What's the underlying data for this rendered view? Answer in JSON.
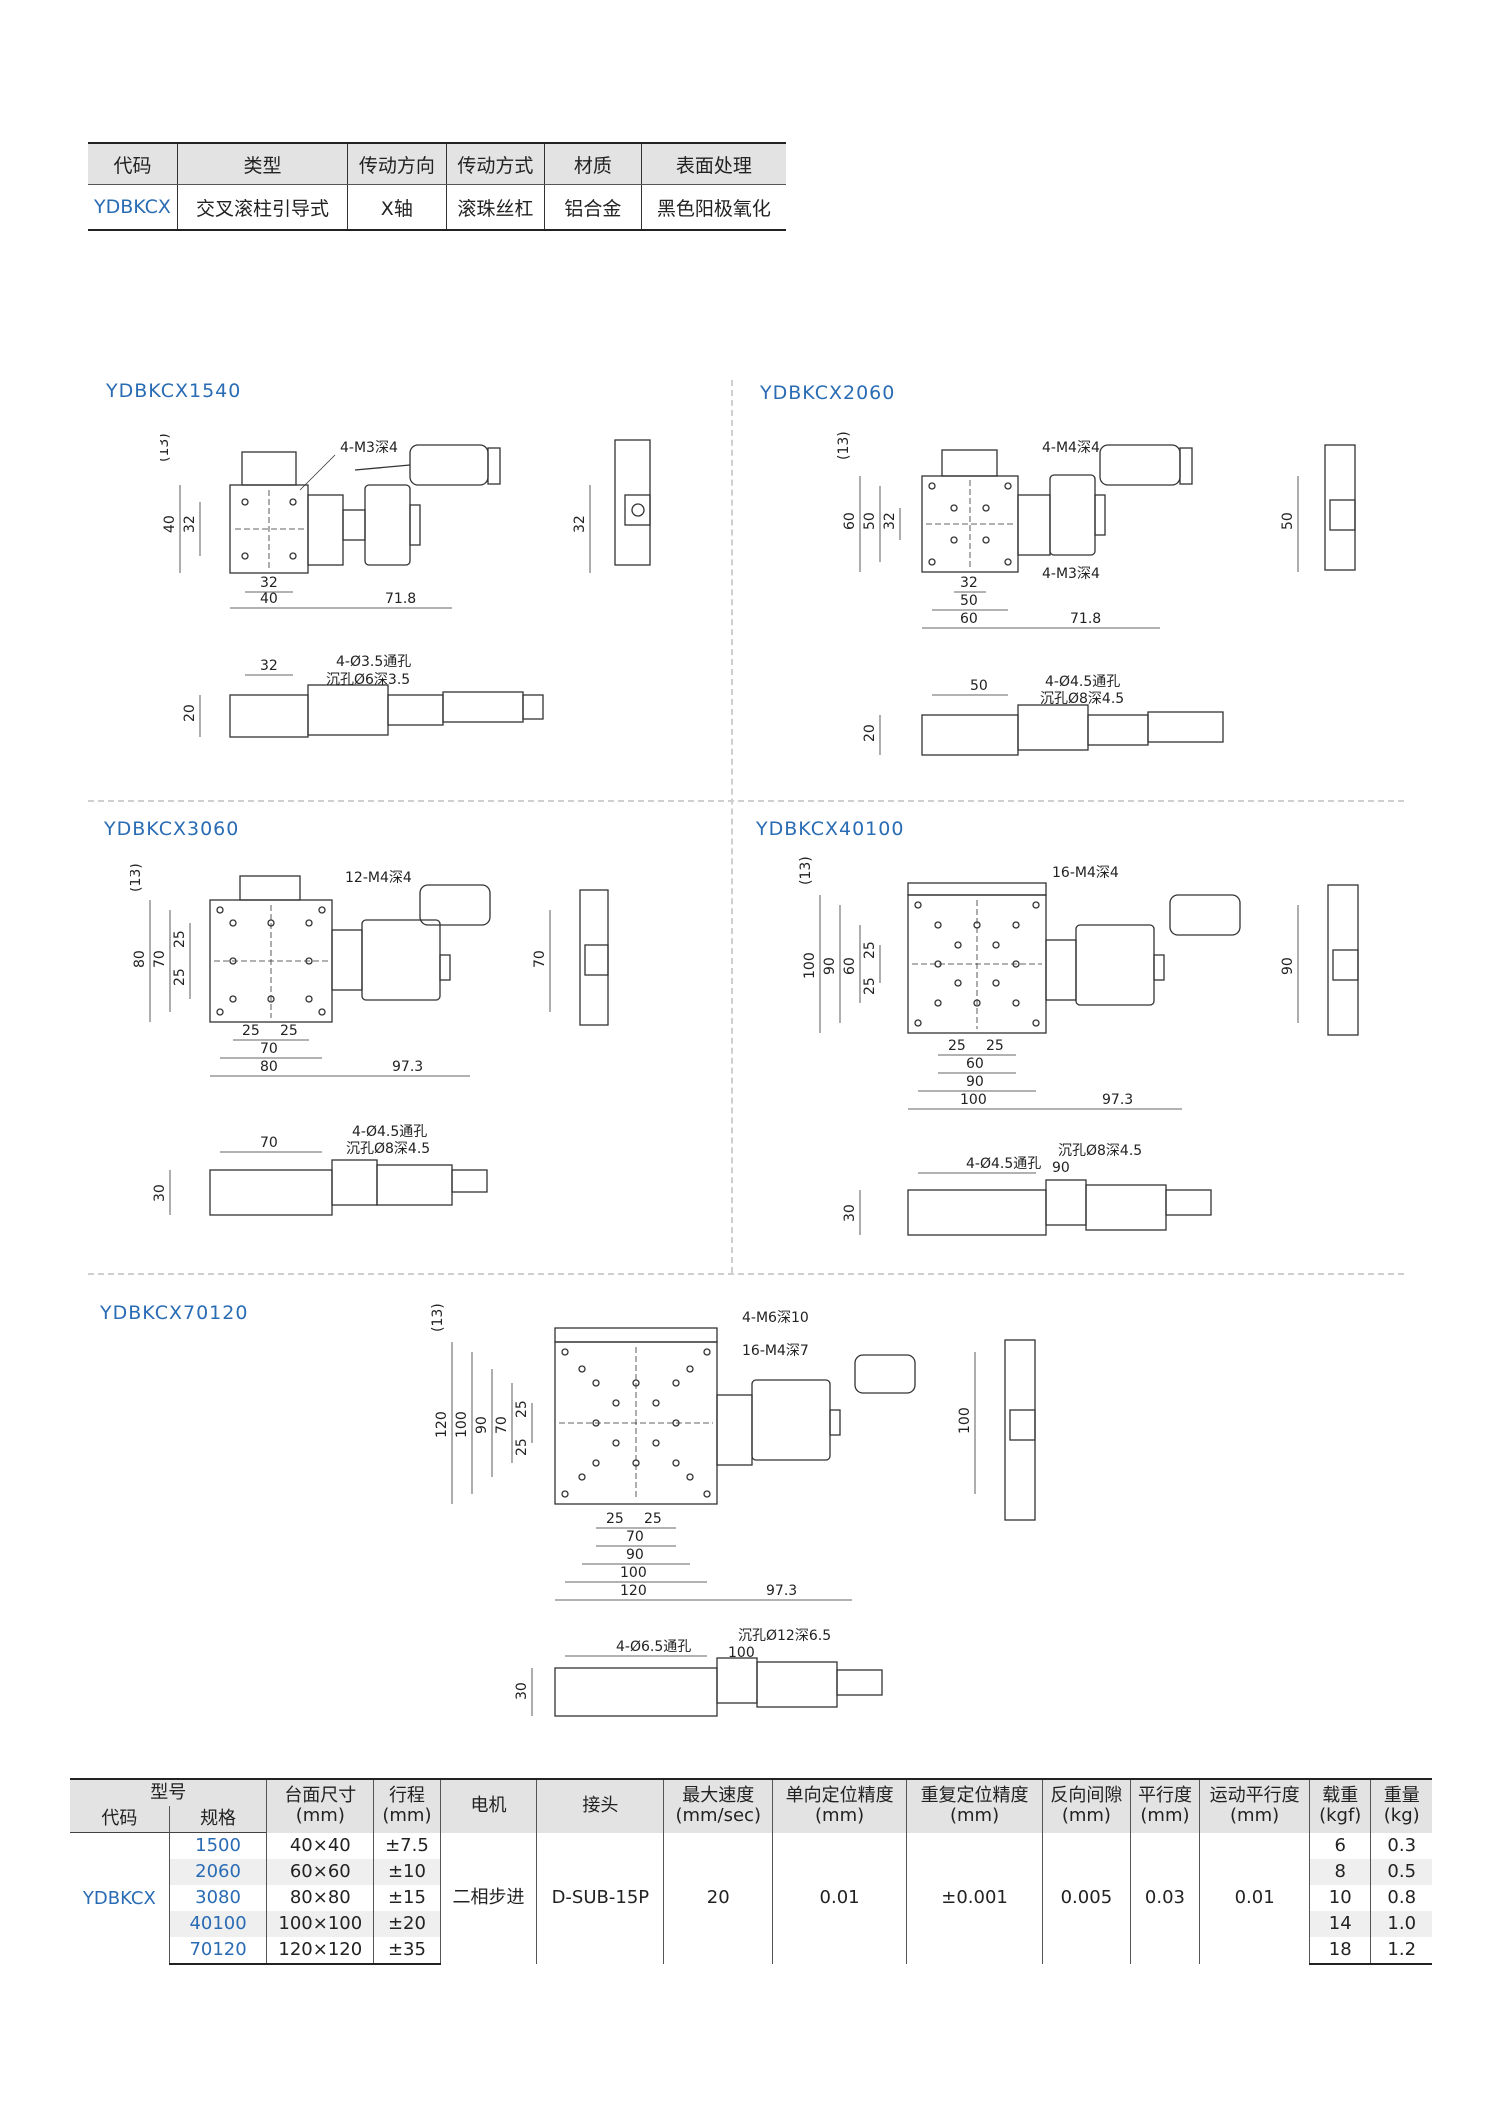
{
  "top_table": {
    "headers": [
      "代码",
      "类型",
      "传动方向",
      "传动方式",
      "材质",
      "表面处理"
    ],
    "row": [
      "YDBKCX",
      "交叉滚柱引导式",
      "X轴",
      "滚珠丝杠",
      "铝合金",
      "黑色阳极氧化"
    ]
  },
  "sections": [
    {
      "title": "YDBKCX1540",
      "labels": [
        "4-M3深4",
        "(13)",
        "40",
        "32",
        "32",
        "40",
        "71.8",
        "32",
        "32",
        "4-Ø3.5通孔",
        "沉孔Ø6深3.5",
        "20"
      ]
    },
    {
      "title": "YDBKCX2060",
      "labels": [
        "4-M4深4",
        "(13)",
        "60",
        "50",
        "32",
        "4-M3深4",
        "32",
        "50",
        "60",
        "71.8",
        "50",
        "4-Ø4.5通孔",
        "沉孔Ø8深4.5",
        "50",
        "20"
      ]
    },
    {
      "title": "YDBKCX3060",
      "labels": [
        "12-M4深4",
        "(13)",
        "80",
        "70",
        "25",
        "25",
        "25",
        "25",
        "70",
        "80",
        "97.3",
        "70",
        "4-Ø4.5通孔",
        "沉孔Ø8深4.5",
        "70",
        "30"
      ]
    },
    {
      "title": "YDBKCX40100",
      "labels": [
        "16-M4深4",
        "(13)",
        "100",
        "90",
        "60",
        "25",
        "25",
        "25",
        "25",
        "60",
        "90",
        "100",
        "97.3",
        "90",
        "4-Ø4.5通孔",
        "沉孔Ø8深4.5",
        "90",
        "30"
      ]
    },
    {
      "title": "YDBKCX70120",
      "labels": [
        "4-M6深10",
        "16-M4深7",
        "(13)",
        "120",
        "100",
        "90",
        "70",
        "25",
        "25",
        "25",
        "25",
        "70",
        "90",
        "100",
        "120",
        "97.3",
        "100",
        "4-Ø6.5通孔",
        "沉孔Ø12深6.5",
        "100",
        "30"
      ]
    }
  ],
  "spec_table": {
    "group_header": "型号",
    "sub_headers": [
      "代码",
      "规格"
    ],
    "headers": [
      {
        "l1": "台面尺寸",
        "l2": "(mm)"
      },
      {
        "l1": "行程",
        "l2": "(mm)"
      },
      {
        "l1": "电机",
        "l2": ""
      },
      {
        "l1": "接头",
        "l2": ""
      },
      {
        "l1": "最大速度",
        "l2": "(mm/sec)"
      },
      {
        "l1": "单向定位精度",
        "l2": "(mm)"
      },
      {
        "l1": "重复定位精度",
        "l2": "(mm)"
      },
      {
        "l1": "反向间隙",
        "l2": "(mm)"
      },
      {
        "l1": "平行度",
        "l2": "(mm)"
      },
      {
        "l1": "运动平行度",
        "l2": "(mm)"
      },
      {
        "l1": "载重",
        "l2": "(kgf)"
      },
      {
        "l1": "重量",
        "l2": "(kg)"
      }
    ],
    "code": "YDBKCX",
    "motor": "二相步进",
    "connector": "D-SUB-15P",
    "max_speed": "20",
    "uni_accuracy": "0.01",
    "repeat_accuracy": "±0.001",
    "backlash": "0.005",
    "parallelism": "0.03",
    "motion_parallelism": "0.01",
    "rows": [
      {
        "spec": "1500",
        "size": "40×40",
        "stroke": "±7.5",
        "load": "6",
        "weight": "0.3"
      },
      {
        "spec": "2060",
        "size": "60×60",
        "stroke": "±10",
        "load": "8",
        "weight": "0.5"
      },
      {
        "spec": "3080",
        "size": "80×80",
        "stroke": "±15",
        "load": "10",
        "weight": "0.8"
      },
      {
        "spec": "40100",
        "size": "100×100",
        "stroke": "±20",
        "load": "14",
        "weight": "1.0"
      },
      {
        "spec": "70120",
        "size": "120×120",
        "stroke": "±35",
        "load": "18",
        "weight": "1.2"
      }
    ]
  }
}
